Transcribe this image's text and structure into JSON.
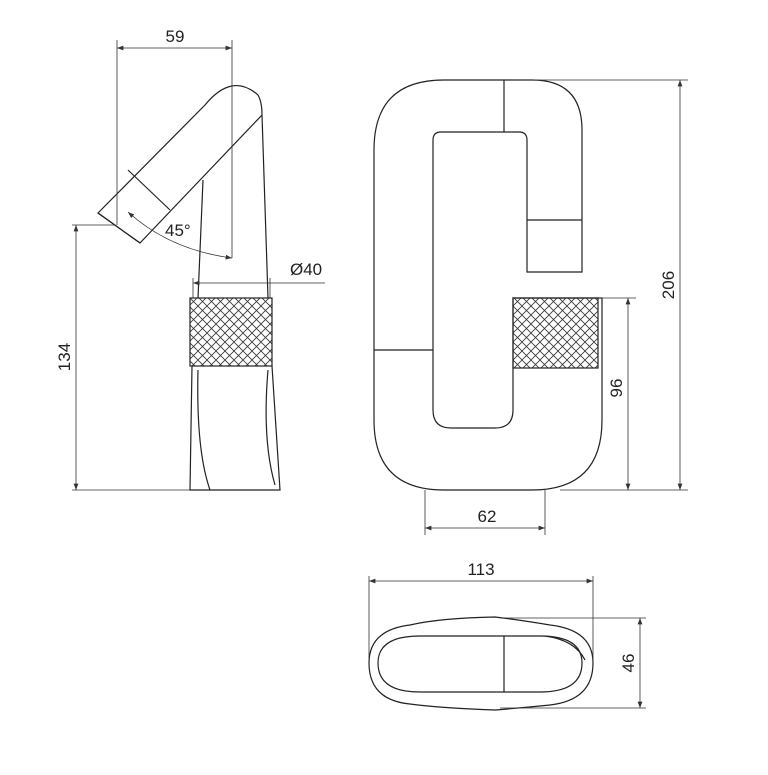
{
  "dimensions": {
    "spout_reach": "59",
    "spout_angle": "45°",
    "body_diameter": "Ø40",
    "spout_height": "134",
    "total_height": "206",
    "knurl_height": "96",
    "base_width": "62",
    "total_length": "113",
    "total_width": "46"
  },
  "colors": {
    "line": "#222222",
    "background": "#ffffff"
  }
}
